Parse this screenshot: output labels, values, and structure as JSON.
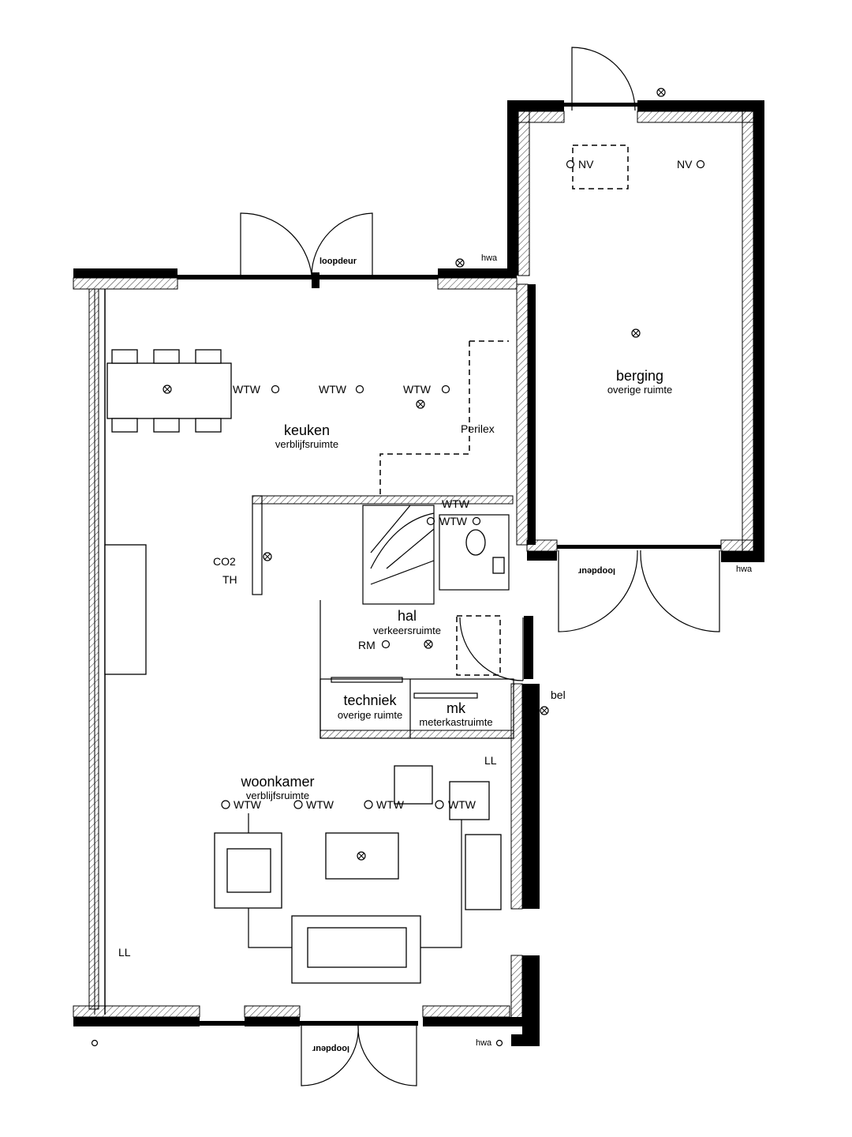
{
  "rooms": {
    "berging": {
      "name": "berging",
      "type": "overige ruimte"
    },
    "keuken": {
      "name": "keuken",
      "type": "verblijfsruimte"
    },
    "hal": {
      "name": "hal",
      "type": "verkeersruimte"
    },
    "techniek": {
      "name": "techniek",
      "type": "overige ruimte"
    },
    "mk": {
      "name": "mk",
      "type": "meterkastruimte"
    },
    "woonkamer": {
      "name": "woonkamer",
      "type": "verblijfsruimte"
    }
  },
  "labels": {
    "nv": "NV",
    "wtw": "WTW",
    "perilex": "Perilex",
    "co2": "CO2",
    "th": "TH",
    "rm": "RM",
    "bel": "bel",
    "ll": "LL",
    "hwa": "hwa",
    "loopdeur": "loopdeur"
  }
}
